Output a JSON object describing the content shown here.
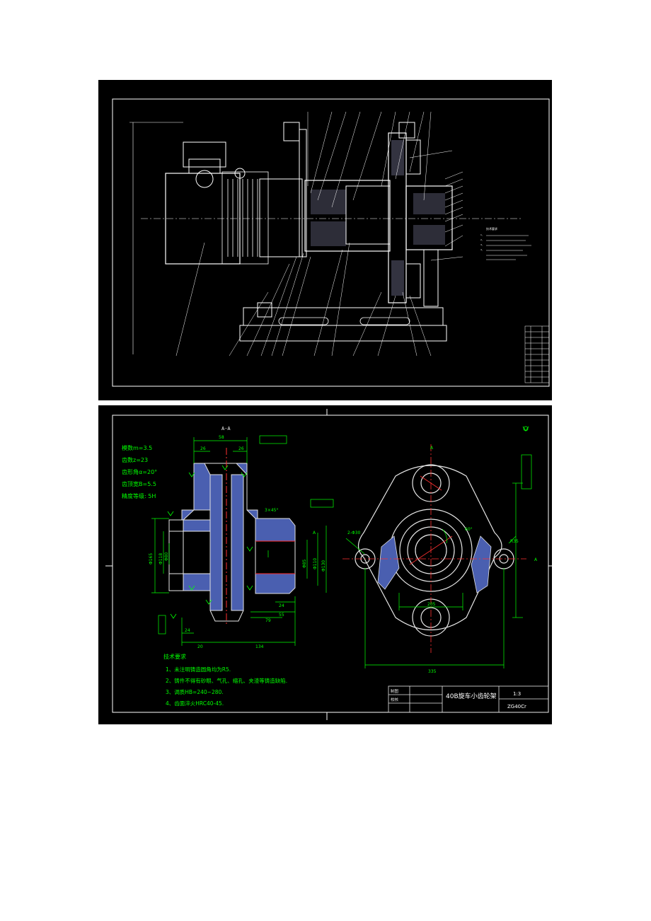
{
  "drawing1": {
    "tech_notes": [
      "技术要求",
      "1、",
      "2、",
      "3、",
      "4、"
    ]
  },
  "drawing2": {
    "section_label": "A-A",
    "params": [
      "模数m=3.5",
      "齿数z=23",
      "齿形角α=20°",
      "齿顶宽B=5.5",
      "精度等级: 5H"
    ],
    "tech_req_title": "技术要求",
    "tech_req": [
      "1、未注明铸造圆角均为R5.",
      "2、铸件不得有砂眼、气孔、缩孔、夹渣等铸造缺陷.",
      "3、调质HB=240~280.",
      "4、齿面淬火HRC40-45."
    ],
    "title_block": {
      "title": "40B旋车小齿轮架",
      "scale": "1:3",
      "material": "ZG40Cr",
      "designer_label": "制图",
      "checker_label": "校核"
    },
    "dims": {
      "d58": "58",
      "d26": "26",
      "d24": "24",
      "d20": "20",
      "d134": "134",
      "d55": "55",
      "d79": "79",
      "d335": "335",
      "d205": "205",
      "r35": "R35",
      "a60": "60°",
      "a45": "3×45°",
      "lblA": "A",
      "hole": "2-Φ30",
      "phi165": "Φ165",
      "phi118": "Φ118",
      "phi80": "Φ80",
      "phi130": "Φ130",
      "phi85": "Φ85",
      "phi110": "Φ110"
    }
  }
}
